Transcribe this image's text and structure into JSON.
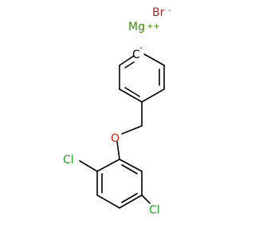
{
  "molecule": {
    "colors": {
      "bond": "#000000",
      "magnesium": "#3a8a00",
      "bromine": "#a32a2a",
      "chlorine": "#1fa71f",
      "oxygen": "#e8220f",
      "carbon": "#000000"
    },
    "magnesium": {
      "symbol": "Mg",
      "charge": "++"
    },
    "bromide": {
      "symbol": "Br",
      "charge": "-"
    },
    "carbanion": {
      "symbol": "C",
      "charge": "-"
    },
    "oxygen": {
      "symbol": "O"
    },
    "chlorine_top": {
      "symbol": "Cl"
    },
    "chlorine_bottom": {
      "symbol": "Cl"
    }
  }
}
